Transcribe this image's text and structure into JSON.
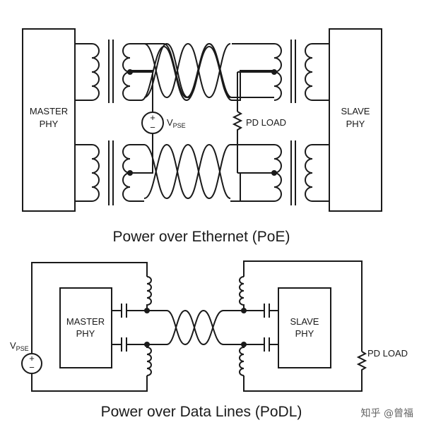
{
  "poe": {
    "master_line1": "MASTER",
    "master_line2": "PHY",
    "slave_line1": "SLAVE",
    "slave_line2": "PHY",
    "vpse_main": "V",
    "vpse_sub": "PSE",
    "pd_load": "PD LOAD",
    "source_plus": "+",
    "source_minus": "−",
    "caption": "Power over Ethernet (PoE)"
  },
  "podl": {
    "master_line1": "MASTER",
    "master_line2": "PHY",
    "slave_line1": "SLAVE",
    "slave_line2": "PHY",
    "vpse_main": "V",
    "vpse_sub": "PSE",
    "pd_load": "PD LOAD",
    "source_plus": "+",
    "source_minus": "−",
    "caption": "Power over Data Lines (PoDL)"
  },
  "watermark": "知乎 @曾福"
}
